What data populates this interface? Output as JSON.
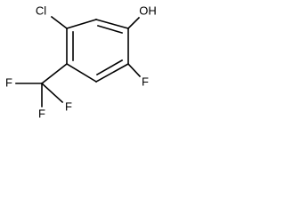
{
  "structure": {
    "atoms": {
      "chlorine": "Cl",
      "hydroxyl": "OH",
      "fluorine_ring": "F",
      "fluorine_cf3_left": "F",
      "fluorine_cf3_right": "F",
      "fluorine_cf3_bottom": "F"
    },
    "colors": {
      "bond": "#000000",
      "label": "#000000",
      "background": "#ffffff"
    }
  }
}
